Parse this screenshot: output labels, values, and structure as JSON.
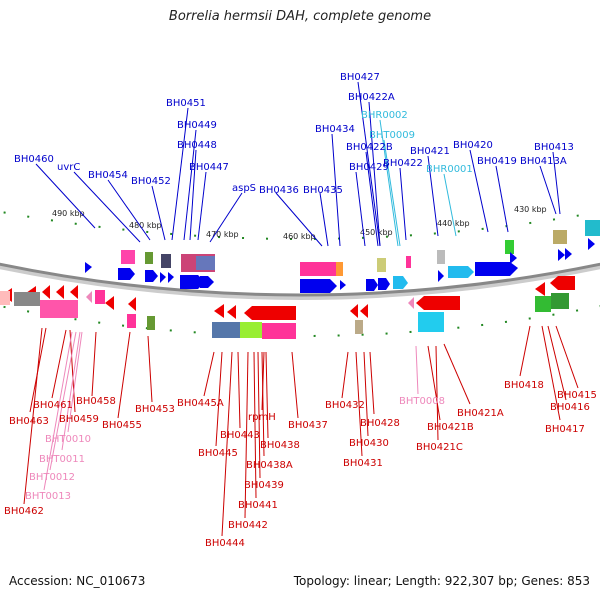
{
  "title": "Borrelia hermsii DAH, complete genome",
  "footer": {
    "accession": "Accession: NC_010673",
    "summary": "Topology: linear; Length: 922,307 bp; Genes: 853"
  },
  "colors": {
    "forward_label": "#0000cc",
    "reverse_label": "#cc0000",
    "forward_rna_label": "#33bbdd",
    "reverse_rna_label": "#ee88bb",
    "forward_arrow": "#0000ee",
    "reverse_arrow": "#ee0000",
    "backbone": "#888888",
    "tick": "#228822"
  },
  "scale_labels": [
    "490 kbp",
    "480 kbp",
    "470 kbp",
    "460 kbp",
    "450 kbp",
    "440 kbp",
    "430 kbp"
  ],
  "forward_labels": [
    "BH0460",
    "uvrC",
    "BH0454",
    "BH0452",
    "BH0451",
    "BH0449",
    "BH0448",
    "BH0447",
    "aspS",
    "BH0436",
    "BH0435",
    "BH0434",
    "BH0427",
    "BH0422A",
    "BHR0002",
    "BHT0009",
    "BH0422B",
    "BH0429",
    "BH0422",
    "BH0421",
    "BHR0001",
    "BH0420",
    "BH0419",
    "BH0413",
    "BH0413A"
  ],
  "reverse_labels": [
    "BH0463",
    "BH0461",
    "BH0459",
    "BHT0010",
    "BHT0011",
    "BHT0012",
    "BHT0013",
    "BH0462",
    "BH0458",
    "BH0455",
    "BH0453",
    "BH0445A",
    "BH0445",
    "BH0443",
    "rpmH",
    "BH0444",
    "BH0442",
    "BH0441",
    "BH0439",
    "BH0438A",
    "BH0438",
    "BH0437",
    "BH0432",
    "BH0428",
    "BH0430",
    "BH0431",
    "BHT0008",
    "BH0421B",
    "BH0421C",
    "BH0421A",
    "BH0418",
    "BH0415",
    "BH0416",
    "BH0417"
  ]
}
